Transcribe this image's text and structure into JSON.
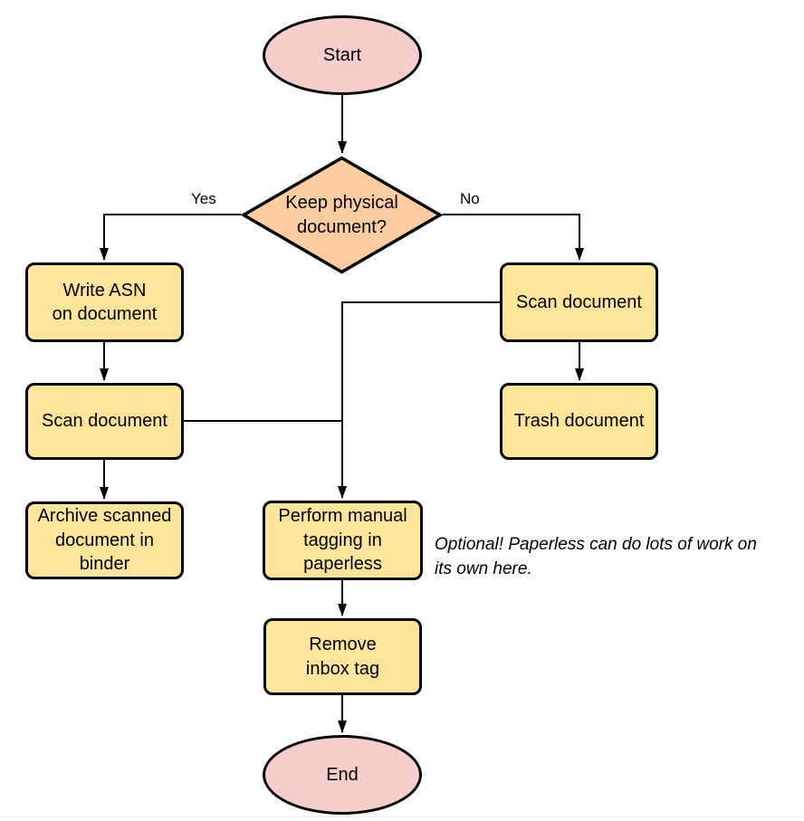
{
  "diagram": {
    "type": "flowchart",
    "colors": {
      "terminal_fill": "#f8cecc",
      "decision_fill": "#fdcda1",
      "process_fill": "#ffe49b",
      "stroke": "#000000",
      "text": "#000000",
      "background": "#ffffff",
      "footer_line": "#ededed"
    },
    "nodes": {
      "start": {
        "type": "terminal",
        "label": "Start"
      },
      "decision": {
        "type": "decision",
        "label": "Keep physical\ndocument?"
      },
      "write_asn": {
        "type": "process",
        "label": "Write ASN\non document"
      },
      "scan_left": {
        "type": "process",
        "label": "Scan document"
      },
      "archive": {
        "type": "process",
        "label": "Archive scanned\ndocument in\nbinder"
      },
      "scan_right": {
        "type": "process",
        "label": "Scan document"
      },
      "trash": {
        "type": "process",
        "label": "Trash document"
      },
      "tagging": {
        "type": "process",
        "label": "Perform manual\ntagging in\npaperless"
      },
      "remove_inbox": {
        "type": "process",
        "label": "Remove\ninbox tag"
      },
      "end": {
        "type": "terminal",
        "label": "End"
      }
    },
    "edges": [
      {
        "from": "start",
        "to": "decision",
        "label": ""
      },
      {
        "from": "decision",
        "to": "write_asn",
        "label": "Yes"
      },
      {
        "from": "decision",
        "to": "scan_right",
        "label": "No"
      },
      {
        "from": "write_asn",
        "to": "scan_left",
        "label": ""
      },
      {
        "from": "scan_left",
        "to": "archive",
        "label": ""
      },
      {
        "from": "scan_right",
        "to": "trash",
        "label": ""
      },
      {
        "from": "scan_right",
        "to": "tagging",
        "label": ""
      },
      {
        "from": "scan_left",
        "to": "tagging",
        "label": ""
      },
      {
        "from": "tagging",
        "to": "remove_inbox",
        "label": ""
      },
      {
        "from": "remove_inbox",
        "to": "end",
        "label": ""
      }
    ],
    "annotation": {
      "text": "Optional! Paperless can do lots of work on\nits own here."
    }
  }
}
